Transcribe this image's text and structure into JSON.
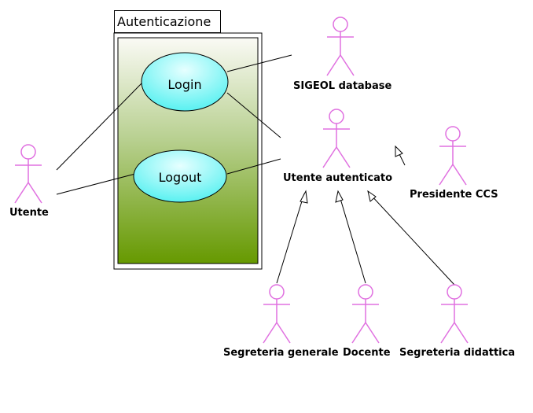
{
  "package": {
    "title": "Autenticazione"
  },
  "use_cases": {
    "login": "Login",
    "logout": "Logout"
  },
  "actors": {
    "utente": "Utente",
    "sigeol_database": "SIGEOL database",
    "utente_autenticato": "Utente autenticato",
    "presidente_ccs": "Presidente CCS",
    "segreteria_generale": "Segreteria generale",
    "docente": "Docente",
    "segreteria_didattica": "Segreteria didattica"
  },
  "colors": {
    "actor_stroke": "#e070e0",
    "usecase_fill_top": "#e6ffff",
    "usecase_fill_bottom": "#4ff0f0",
    "package_gradient_top": "#fafaf5",
    "package_gradient_bottom": "#669900",
    "line": "#000000"
  }
}
